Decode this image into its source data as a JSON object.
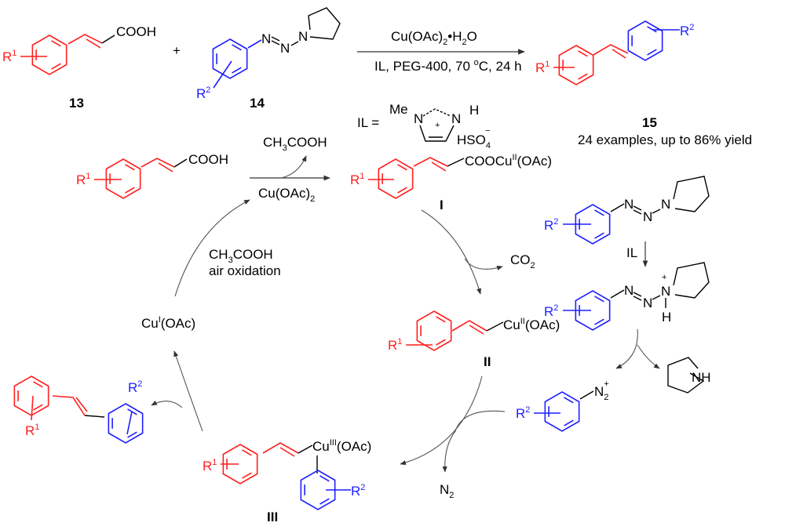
{
  "colors": {
    "r1_fragment": "#ff1f1f",
    "r2_fragment": "#1f1fff",
    "text": "#000000",
    "arrow": "#555555"
  },
  "top_reaction": {
    "reactant_13": {
      "substituent": "R",
      "sub_index": "1",
      "group": "COOH",
      "label": "13"
    },
    "plus": "+",
    "reactant_14": {
      "substituent": "R",
      "sub_index": "2",
      "n1": "N",
      "n2": "N",
      "n3": "N",
      "label": "14"
    },
    "reagent_above": {
      "main": "Cu(OAc)",
      "sub": "2",
      "dot": "•",
      "h": "H",
      "h_sub": "2",
      "o": "O"
    },
    "conditions_below": {
      "pre": "IL, PEG-400, 70 ",
      "deg": "o",
      "post": "C, 24 h"
    },
    "product_15": {
      "r1": "R",
      "r1_idx": "1",
      "r2": "R",
      "r2_idx": "2",
      "label": "15",
      "note": "24 examples, up to 86% yield"
    },
    "ionic_liquid": {
      "prefix": "IL =",
      "me": "Me",
      "n_left": "N",
      "n_right": "N",
      "h": "H",
      "plus": "+",
      "anion": "HSO",
      "anion_sub": "4",
      "anion_charge": "−"
    }
  },
  "mechanism": {
    "start_acid": {
      "r1": "R",
      "r1_idx": "1",
      "group": "COOH"
    },
    "step1_byproduct": {
      "main": "CH",
      "sub": "3",
      "rest": "COOH"
    },
    "step1_reagent": {
      "main": "Cu(OAc)",
      "sub": "2"
    },
    "intermediate_I": {
      "r1": "R",
      "r1_idx": "1",
      "group_pre": "COOCu",
      "ox": "II",
      "group_post": "(OAc)",
      "label": "I"
    },
    "co2": {
      "main": "CO",
      "sub": "2"
    },
    "triazene": {
      "r2": "R",
      "r2_idx": "2",
      "n": "N"
    },
    "il_arrow_label": "IL",
    "protonated_triazene": {
      "r2": "R",
      "r2_idx": "2",
      "n": "N",
      "plus": "+",
      "h": "H"
    },
    "intermediate_II": {
      "r1": "R",
      "r1_idx": "1",
      "cu": "Cu",
      "ox": "II",
      "post": "(OAc)",
      "label": "II"
    },
    "pyrrolidine": {
      "nh": "NH"
    },
    "diazonium": {
      "r2": "R",
      "r2_idx": "2",
      "n": "N",
      "sub": "2",
      "plus": "+"
    },
    "n2": {
      "main": "N",
      "sub": "2"
    },
    "intermediate_III": {
      "r1": "R",
      "r1_idx": "1",
      "cu": "Cu",
      "ox": "III",
      "post": "(OAc)",
      "r2": "R",
      "r2_idx": "2",
      "label": "III"
    },
    "product": {
      "r1": "R",
      "r1_idx": "1",
      "r2": "R",
      "r2_idx": "2"
    },
    "cu_I": {
      "cu": "Cu",
      "ox": "I",
      "post": "(OAc)"
    },
    "regen_label": {
      "line1_main": "CH",
      "line1_sub": "3",
      "line1_rest": "COOH",
      "line2": "air oxidation"
    }
  }
}
